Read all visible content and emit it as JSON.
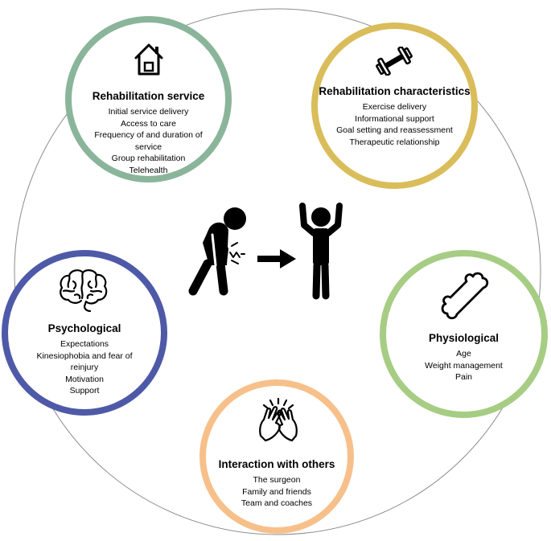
{
  "colors": {
    "ring": "#8c8c8c",
    "rehab_service": "#8ab59b",
    "rehab_characteristics": "#d9bd5a",
    "psychological": "#4e5aa7",
    "physiological": "#a6cd83",
    "interaction": "#f7c08a",
    "icon": "#000000"
  },
  "nodes": {
    "rehab_service": {
      "icon": "house-icon",
      "title": "Rehabilitation service",
      "items": [
        "Initial service delivery",
        "Access to care",
        "Frequency of and duration of service",
        "Group rehabilitation",
        "Telehealth"
      ]
    },
    "rehab_characteristics": {
      "icon": "dumbbell-icon",
      "title": "Rehabilitation characteristics",
      "items": [
        "Exercise delivery",
        "Informational support",
        "Goal setting and reassessment",
        "Therapeutic relationship"
      ]
    },
    "psychological": {
      "icon": "brain-icon",
      "title": "Psychological",
      "items": [
        "Expectations",
        "Kinesiophobia and fear of reinjury",
        "Motivation",
        "Support"
      ]
    },
    "physiological": {
      "icon": "bone-icon",
      "title": "Physiological",
      "items": [
        "Age",
        "Weight management",
        "Pain"
      ]
    },
    "interaction": {
      "icon": "clapping-hands-icon",
      "title": "Interaction with others",
      "items": [
        "The surgeon",
        "Family and friends",
        "Team and coaches"
      ]
    }
  },
  "center": {
    "icons": [
      "injured-person-icon",
      "arrow-right-icon",
      "recovered-person-icon"
    ]
  }
}
